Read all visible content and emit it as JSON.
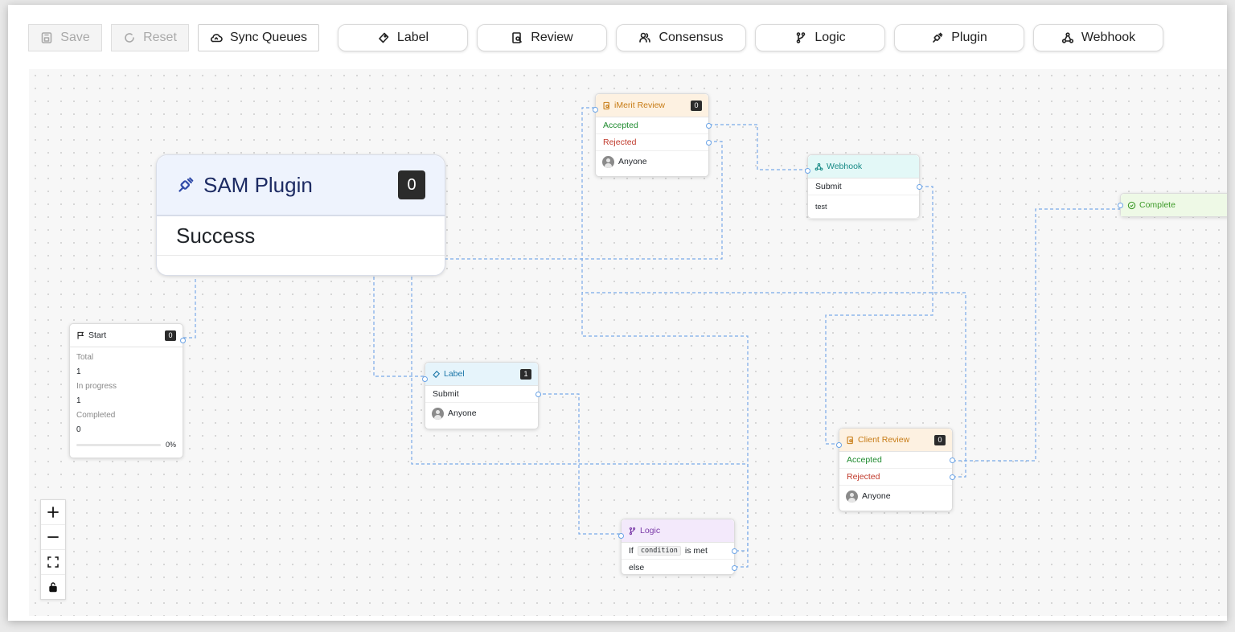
{
  "toolbar": {
    "save_label": "Save",
    "reset_label": "Reset",
    "sync_label": "Sync Queues",
    "tools": {
      "label": "Label",
      "review": "Review",
      "consensus": "Consensus",
      "logic": "Logic",
      "plugin": "Plugin",
      "webhook": "Webhook"
    }
  },
  "nodes": {
    "sam_plugin": {
      "title": "SAM Plugin",
      "count": "0",
      "row": "Success"
    },
    "start": {
      "title": "Start",
      "count": "0",
      "total_label": "Total",
      "total_value": "1",
      "in_progress_label": "In progress",
      "in_progress_value": "1",
      "completed_label": "Completed",
      "completed_value": "0",
      "progress_text": "0%",
      "progress": 0
    },
    "label": {
      "title": "Label",
      "count": "1",
      "row": "Submit",
      "assignee": "Anyone"
    },
    "imerit_review": {
      "title": "iMerit Review",
      "count": "0",
      "accepted": "Accepted",
      "rejected": "Rejected",
      "assignee": "Anyone"
    },
    "webhook": {
      "title": "Webhook",
      "row": "Submit",
      "note": "test"
    },
    "complete": {
      "title": "Complete"
    },
    "client_review": {
      "title": "Client Review",
      "count": "0",
      "accepted": "Accepted",
      "rejected": "Rejected",
      "assignee": "Anyone"
    },
    "logic": {
      "if_text": "If",
      "condition": "condition",
      "is_met": "is met",
      "else_text": "else",
      "title": "Logic"
    }
  },
  "colors": {
    "label_header": "#e6f4fb",
    "review_header": "#fdf1e1",
    "webhook_header": "#e3f8f7",
    "complete_header": "#eef9e6",
    "logic_header": "#f3e9fb",
    "wire": "#7aaae8"
  },
  "icons": [
    "save-icon",
    "reset-icon",
    "cloud-sync-icon",
    "tag-icon",
    "review-doc-icon",
    "consensus-icon",
    "branch-icon",
    "plugin-icon",
    "webhook-icon",
    "flag-icon",
    "check-circle-icon",
    "zoom-in-icon",
    "zoom-out-icon",
    "fit-view-icon",
    "lock-icon"
  ]
}
